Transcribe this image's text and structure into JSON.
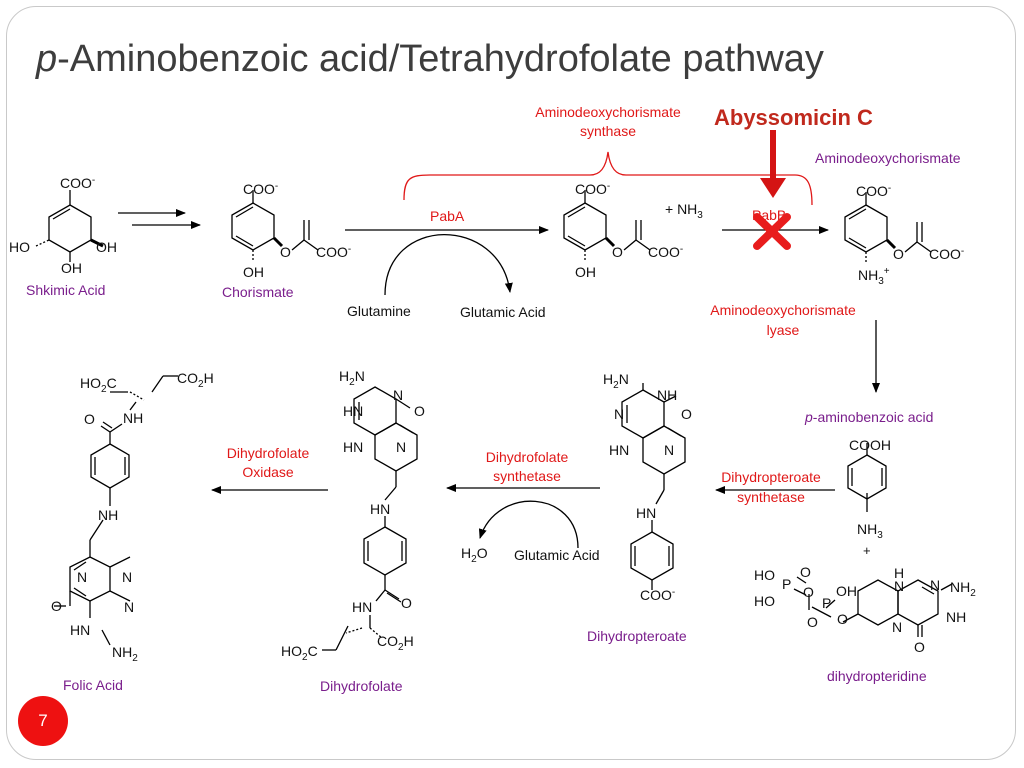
{
  "title": {
    "prefix": "p",
    "main": "-Aminobenzoic acid/Tetrahydrofolate pathway"
  },
  "inhibitor": {
    "label": "Abyssomicin C",
    "color": "#c0291d"
  },
  "enzymes": {
    "adcs": {
      "line1": "Aminodeoxychorismate",
      "line2": "synthase"
    },
    "paba": "PabA",
    "pabb": "PabB",
    "lyase": {
      "line1": "Aminodeoxychorismate",
      "line2": "lyase"
    },
    "dhps": {
      "line1": "Dihydropteroate",
      "line2": "synthetase"
    },
    "dhfs": {
      "line1": "Dihydrofolate",
      "line2": "synthetase"
    },
    "dhfo": {
      "line1": "Dihydrofolate",
      "line2": "Oxidase"
    }
  },
  "compounds": {
    "shikimic": "Shkimic Acid",
    "chorismate": "Chorismate",
    "adc": "Aminodeoxychorismate",
    "paba": {
      "prefix": "p",
      "rest": "-aminobenzoic acid"
    },
    "dihydropteroate": "Dihydropteroate",
    "dihydropteridine": "dihydropteridine",
    "dihydrofolate": "Dihydrofolate",
    "folic": "Folic Acid"
  },
  "cofactors": {
    "glutamine": "Glutamine",
    "glutamic_acid_1": "Glutamic Acid",
    "glutamic_acid_2": "Glutamic Acid",
    "nh3": "+  NH",
    "nh3_sub": "3",
    "water": "H",
    "water_sub": "2",
    "water_o": "O",
    "plus": "+"
  },
  "slide_number": "7",
  "colors": {
    "purple": "#7a1e8c",
    "red": "#e01818",
    "title": "#3d3d3d",
    "badge": "#ee1111"
  }
}
